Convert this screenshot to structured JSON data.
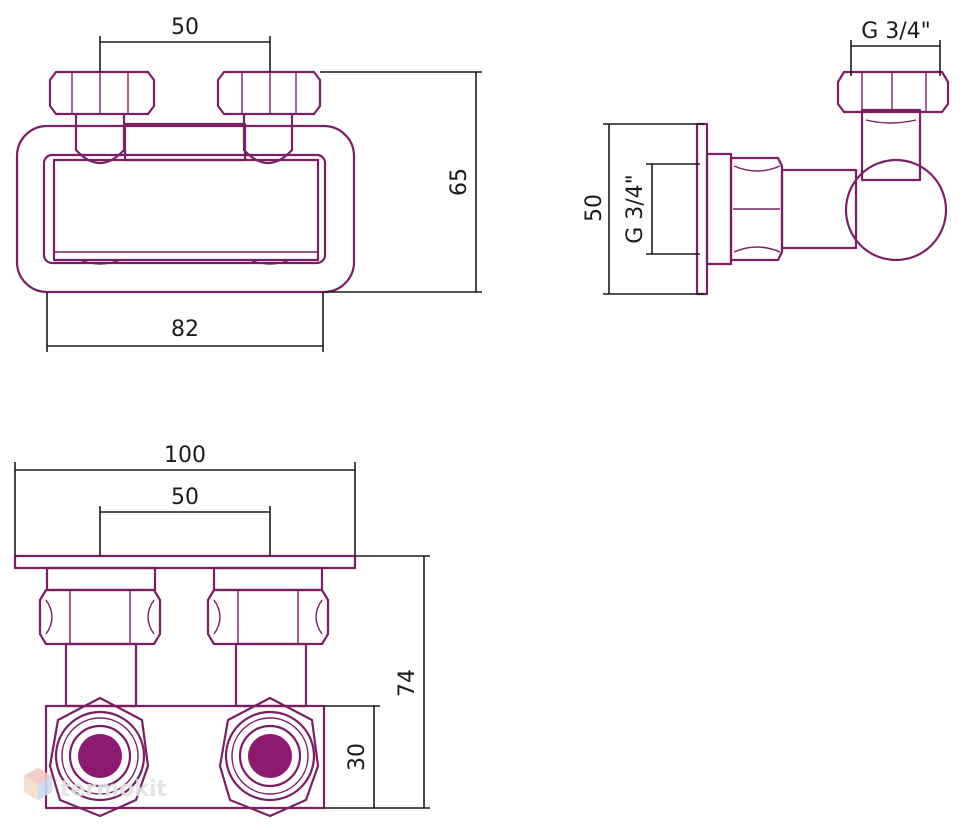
{
  "colors": {
    "part_stroke": "#7a1f63",
    "dimension": "#1a1a1a",
    "port_fill": "#8e1a6f",
    "watermark": "#e2e2e2"
  },
  "top_view": {
    "dim_spacing": "50",
    "dim_height": "65",
    "dim_width": "82"
  },
  "side_view": {
    "dim_thread_top": "G 3/4\"",
    "dim_height": "50",
    "dim_thread_side": "G 3/4\""
  },
  "front_view": {
    "dim_total": "100",
    "dim_spacing": "50",
    "dim_height": "74",
    "dim_block": "30"
  },
  "watermark": {
    "text": "termokit"
  }
}
